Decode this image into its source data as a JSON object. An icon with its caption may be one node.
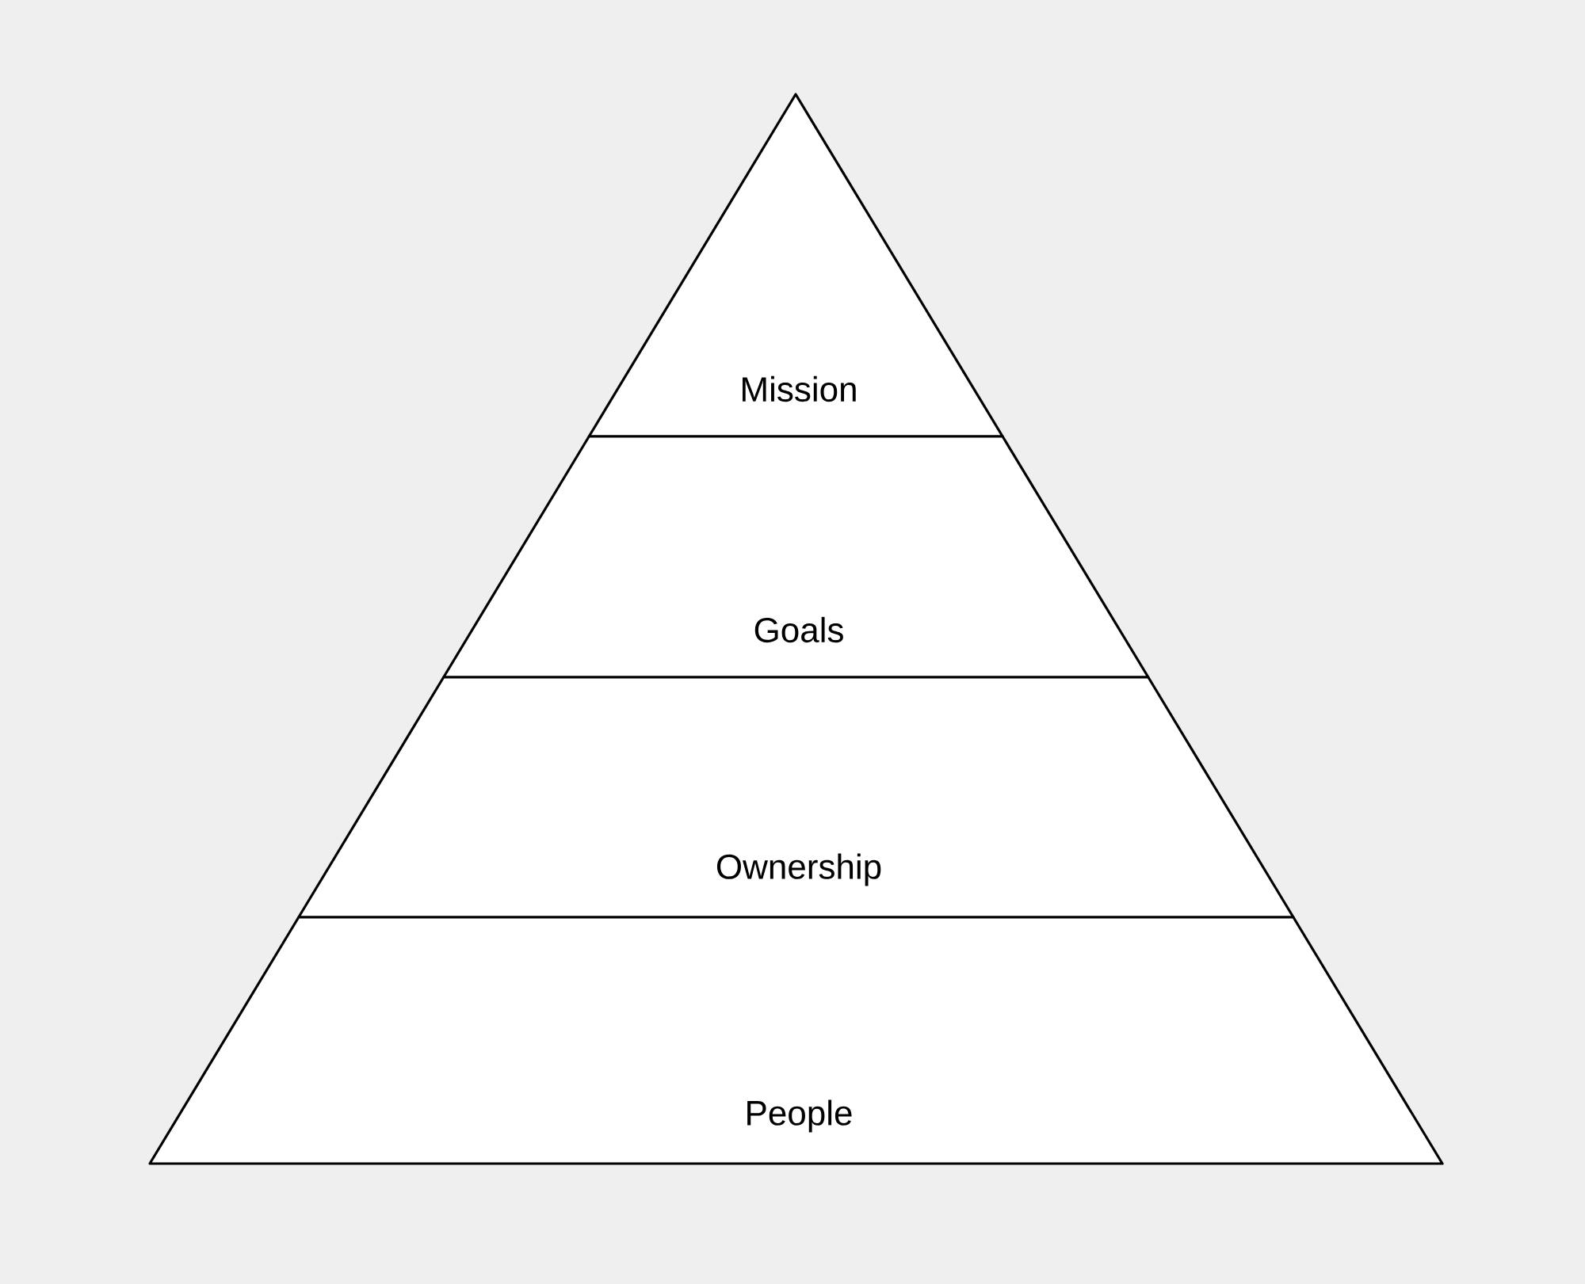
{
  "diagram": {
    "nodes": [
      {
        "text": [
          "Mission"
        ]
      },
      {
        "text": [
          "Goals"
        ]
      },
      {
        "text": [
          "Ownership"
        ]
      },
      {
        "text": [
          "People"
        ]
      }
    ]
  }
}
